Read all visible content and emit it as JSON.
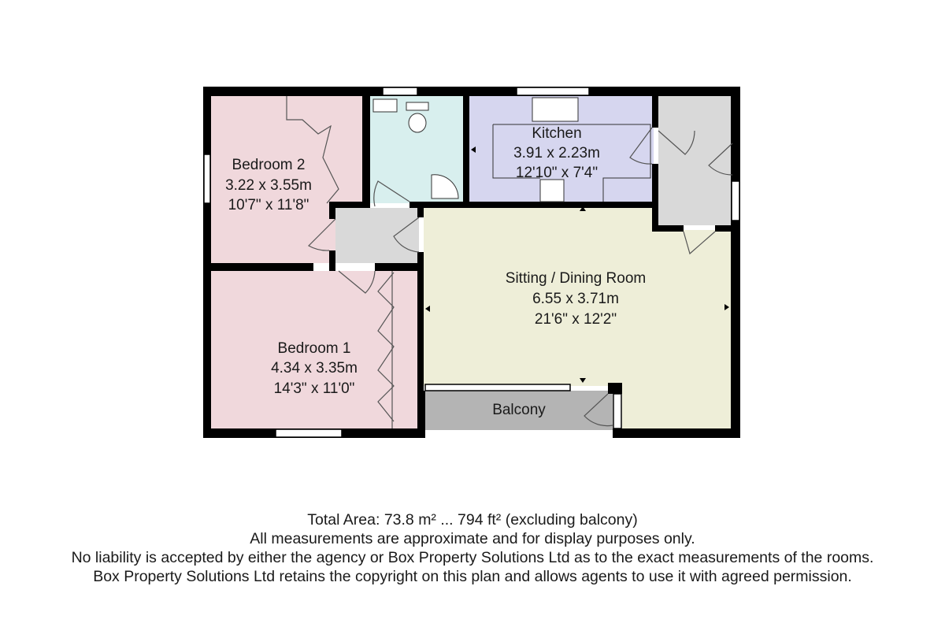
{
  "colors": {
    "bedroom": "#f0d8dc",
    "bathroom": "#d8efee",
    "kitchen": "#d6d6ef",
    "hall": "#d9d9d9",
    "sitting": "#eeeed8",
    "balcony": "#b4b4b4",
    "wall": "#000000"
  },
  "rooms": {
    "bedroom2": {
      "name": "Bedroom 2",
      "metric": "3.22 x 3.55m",
      "imperial": "10'7\" x 11'8\""
    },
    "bedroom1": {
      "name": "Bedroom 1",
      "metric": "4.34 x 3.35m",
      "imperial": "14'3\" x 11'0\""
    },
    "kitchen": {
      "name": "Kitchen",
      "metric": "3.91 x 2.23m",
      "imperial": "12'10\" x 7'4\""
    },
    "sitting": {
      "name": "Sitting / Dining Room",
      "metric": "6.55 x 3.71m",
      "imperial": "21'6\" x 12'2\""
    },
    "balcony": {
      "name": "Balcony"
    }
  },
  "footer": {
    "line1": "Total Area: 73.8 m² ... 794 ft² (excluding balcony)",
    "line2": "All measurements are approximate and for display purposes only.",
    "line3": "No liability is accepted by either the agency or Box Property Solutions Ltd as to the exact measurements of the rooms.",
    "line4": "Box Property Solutions Ltd retains the copyright on this plan and allows agents to use it with agreed permission."
  }
}
